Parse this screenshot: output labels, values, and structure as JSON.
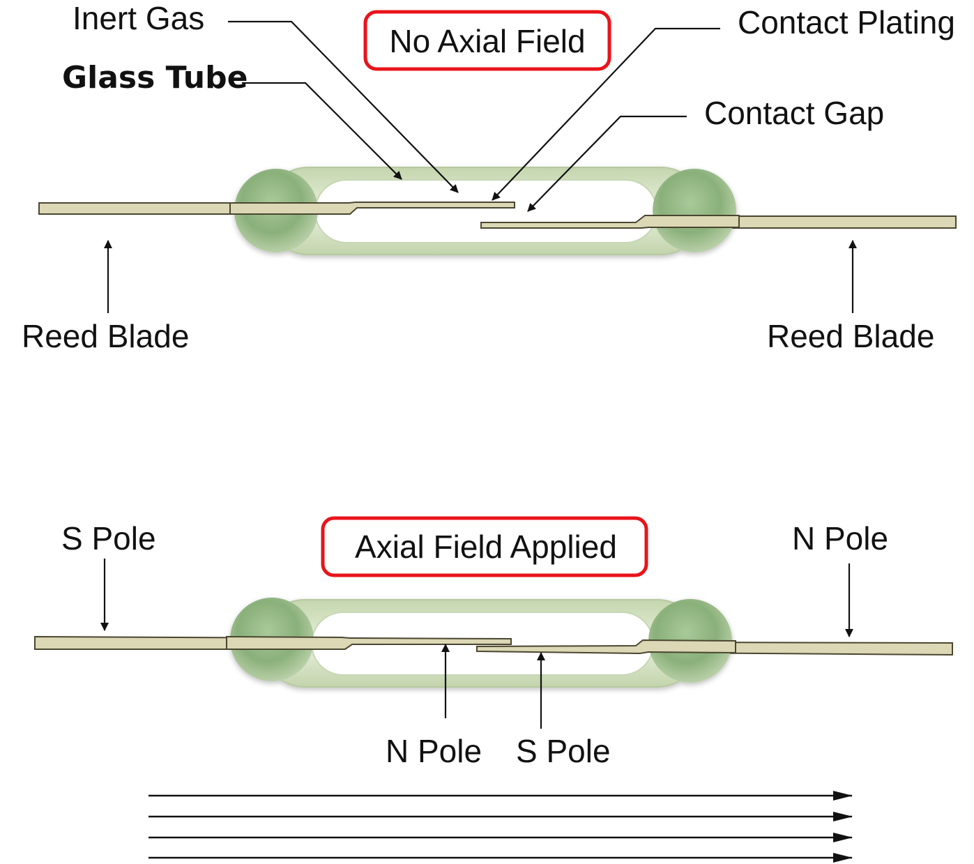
{
  "top": {
    "state_label": "No Axial Field",
    "labels": {
      "inert_gas": "Inert Gas",
      "glass_tube": "Glass Tube",
      "contact_plating": "Contact Plating",
      "contact_gap": "Contact Gap",
      "reed_blade_left": "Reed Blade",
      "reed_blade_right": "Reed Blade"
    }
  },
  "bottom": {
    "state_label": "Axial Field Applied",
    "labels": {
      "s_pole_left": "S Pole",
      "n_pole_right": "N Pole",
      "n_pole_contact": "N Pole",
      "s_pole_contact": "S Pole"
    },
    "field_lines_count": 4
  },
  "colors": {
    "callout_border": "#e8141b",
    "glass_body": "#e3ecd3",
    "glass_bead": "#8fb57f",
    "reed_blade": "#dcd8b6"
  }
}
